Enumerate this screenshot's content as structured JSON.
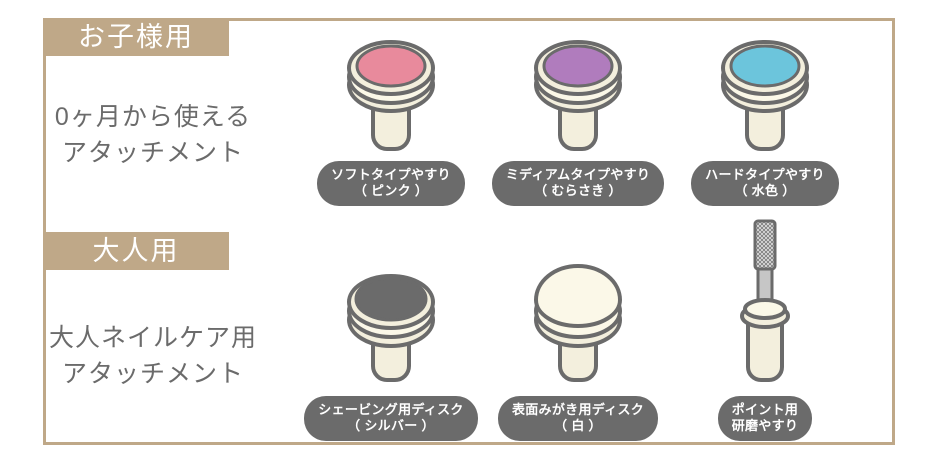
{
  "theme": {
    "frame_color": "#BFA888",
    "banner_color": "#BFA888",
    "pill_color": "#6B6B6B",
    "text_color": "#6B6B6B",
    "body_cream": "#F3EFDD",
    "outline_gray": "#6B6B6B"
  },
  "sections": [
    {
      "banner_label": "お子様用",
      "description_lines": [
        "0ヶ月から使える",
        "アタッチメント"
      ],
      "products": [
        {
          "caption_lines": [
            "ソフトタイプやすり",
            "（ ピンク ）"
          ],
          "disc_color": "#E88A9C",
          "art": "disc-attachment"
        },
        {
          "caption_lines": [
            "ミディアムタイプやすり",
            "（ むらさき ）"
          ],
          "disc_color": "#B07CBD",
          "art": "disc-attachment"
        },
        {
          "caption_lines": [
            "ハードタイプやすり",
            "（ 水色 ）"
          ],
          "disc_color": "#6CC5DC",
          "art": "disc-attachment"
        }
      ]
    },
    {
      "banner_label": "大人用",
      "description_lines": [
        "大人ネイルケア用",
        "アタッチメント"
      ],
      "products": [
        {
          "caption_lines": [
            "シェービング用ディスク",
            "（ シルバー ）"
          ],
          "disc_color": "#6B6B6B",
          "art": "disc-attachment"
        },
        {
          "caption_lines": [
            "表面みがき用ディスク",
            "（ 白 ）"
          ],
          "disc_color": "#FBF8E8",
          "art": "dome-attachment"
        },
        {
          "caption_lines": [
            "ポイント用",
            "研磨やすり"
          ],
          "disc_color": "#B8B8B8",
          "art": "point-file-attachment"
        }
      ]
    }
  ]
}
